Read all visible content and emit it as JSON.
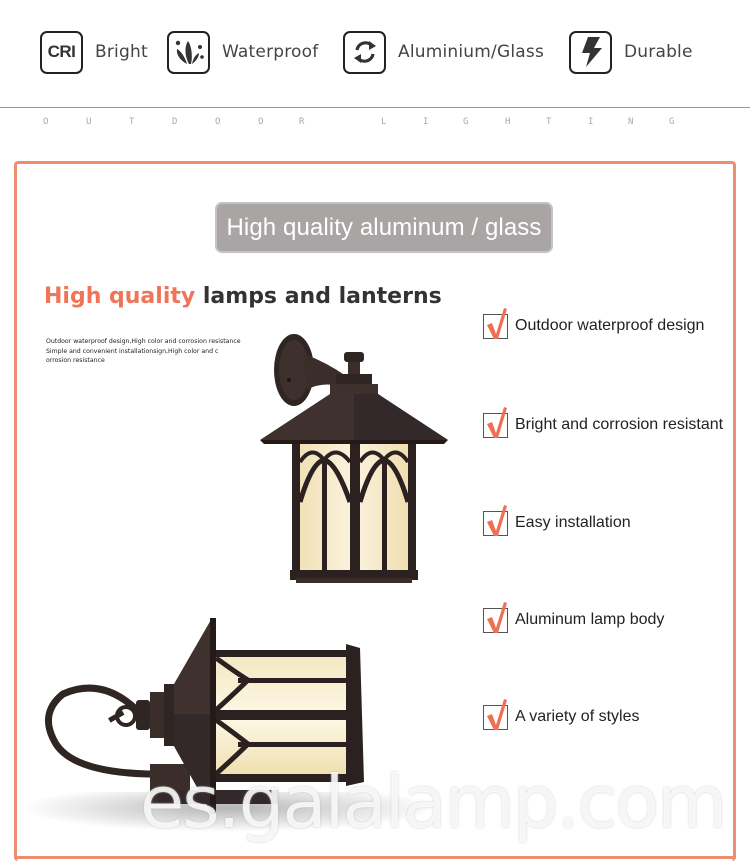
{
  "features": [
    {
      "icon": "cri-icon",
      "icon_text": "CRI",
      "label": "Bright"
    },
    {
      "icon": "water-splash-icon",
      "label": "Waterproof"
    },
    {
      "icon": "refresh-cycle-icon",
      "label": "Aluminium/Glass"
    },
    {
      "icon": "lightning-bolt-icon",
      "label": "Durable"
    }
  ],
  "tagline_letters": [
    "O",
    "U",
    "T",
    "D",
    "O",
    "O",
    "R",
    "L",
    "I",
    "G",
    "H",
    "T",
    "I",
    "N",
    "G"
  ],
  "banner": {
    "title": "High quality aluminum / glass"
  },
  "headline": {
    "accent": "High quality",
    "rest": " lamps and lanterns"
  },
  "description": {
    "line1": "Outdoor waterproof design,High color and corrosion resistance",
    "line2": "Simple and convenient installationsign,High color and c",
    "line3": "orrosion resistance"
  },
  "checklist": [
    {
      "label": "Outdoor waterproof design"
    },
    {
      "label": "Bright and corrosion resistant"
    },
    {
      "label": "Easy installation"
    },
    {
      "label": "Aluminum lamp body"
    },
    {
      "label": "A variety of styles"
    }
  ],
  "watermark": "es.galalamp.com",
  "colors": {
    "accent": "#ef7458",
    "frame": "#ee8d70",
    "banner_bg": "#a9a5a5",
    "lamp_metal": "#3a2e2b",
    "lamp_glass": "#f6ecd0"
  }
}
